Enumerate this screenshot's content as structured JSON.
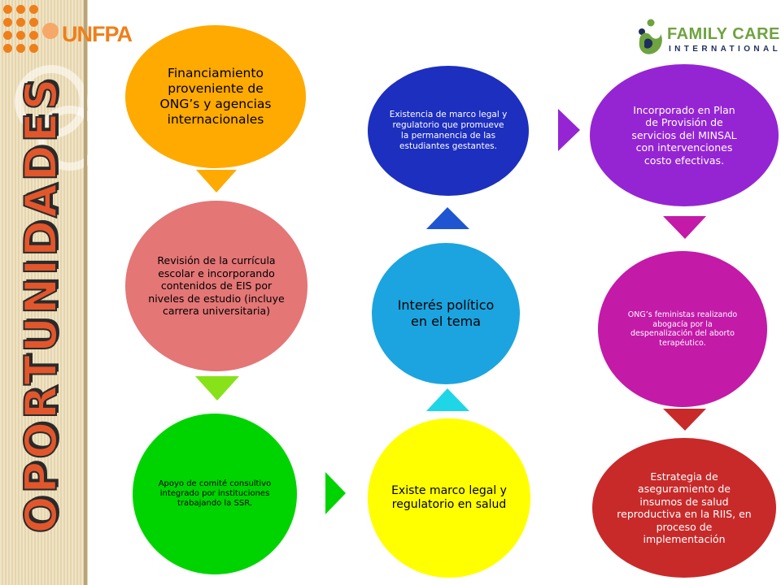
{
  "sidebar": {
    "vertical_title": "OPORTUNIDADES"
  },
  "logos": {
    "left_brand": "UNFPA",
    "right_brand_line1": "FAMILY CARE",
    "right_brand_line2": "INTERNATIONAL"
  },
  "nodes": {
    "financiamiento": "Financiamiento proveniente de ONG’s y agencias internacionales",
    "revision": "Revisión de la currícula escolar  e incorporando contenidos de EIS por niveles de estudio (incluye carrera universitaria)",
    "apoyo": "Apoyo de comité consultivo integrado por instituciones trabajando la SSR.",
    "existe_marco": "Existe marco legal y regulatorio en salud",
    "interes": "Interés político en el tema",
    "existencia_marco": "Existencia de marco legal y regulatorio que promueve la permanencia de las estudiantes gestantes.",
    "incorporado": "Incorporado en Plan de Provisión de servicios del MINSAL con intervenciones costo efectivas.",
    "ongs_feministas": "ONG’s feministas realizando abogacía por la despenalización del aborto terapéutico.",
    "estrategia": "Estrategia de aseguramiento de insumos de salud reproductiva en la RIIS, en proceso de implementación"
  },
  "colors": {
    "orange": "#ffaa00",
    "salmon": "#e47676",
    "green": "#00d400",
    "yellow": "#ffff00",
    "sky_blue": "#1ba4e0",
    "navy": "#1c2fbf",
    "purple": "#9525d3",
    "magenta": "#c31aa8",
    "red": "#c82a2a",
    "title_orange": "#e2562c",
    "unfpa_orange": "#ef7f1a",
    "fci_green": "#6ea33f",
    "fci_navy": "#1d2e5c"
  }
}
